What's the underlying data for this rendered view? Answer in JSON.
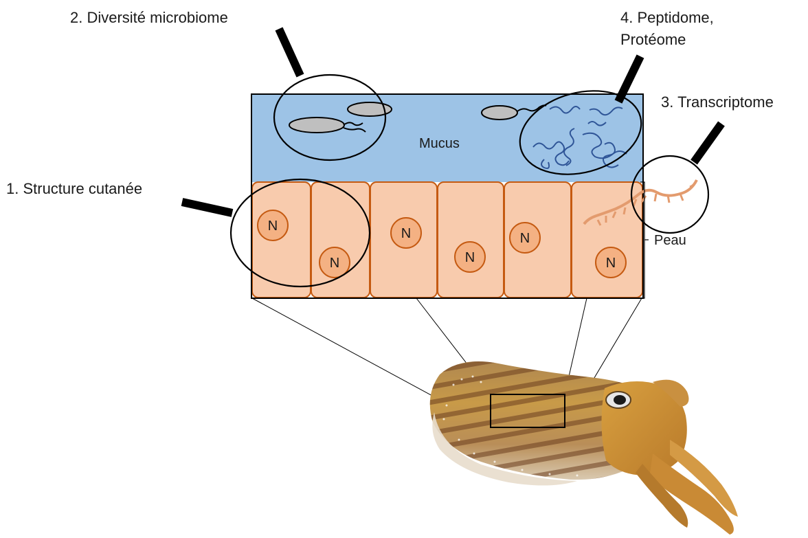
{
  "labels": {
    "structure": "1. Structure cutanée",
    "microbiome": "2. Diversité microbiome",
    "transcriptome": "3. Transcriptome",
    "peptidome_line1": "4. Peptidome,",
    "peptidome_line2": "Protéome",
    "mucus": "Mucus",
    "peau": "Peau",
    "nucleus": "N"
  },
  "colors": {
    "mucus_fill": "#9dc3e6",
    "cell_fill": "#f8cbad",
    "cell_stroke": "#c55a11",
    "nucleus_fill": "#f4b183",
    "bacteria_fill": "#bfbfbf",
    "peptide_stroke": "#2f5597",
    "rna_color": "#e39b6e",
    "outline": "#000000"
  },
  "icons": {
    "animal": "cuttlefish-illustration"
  }
}
